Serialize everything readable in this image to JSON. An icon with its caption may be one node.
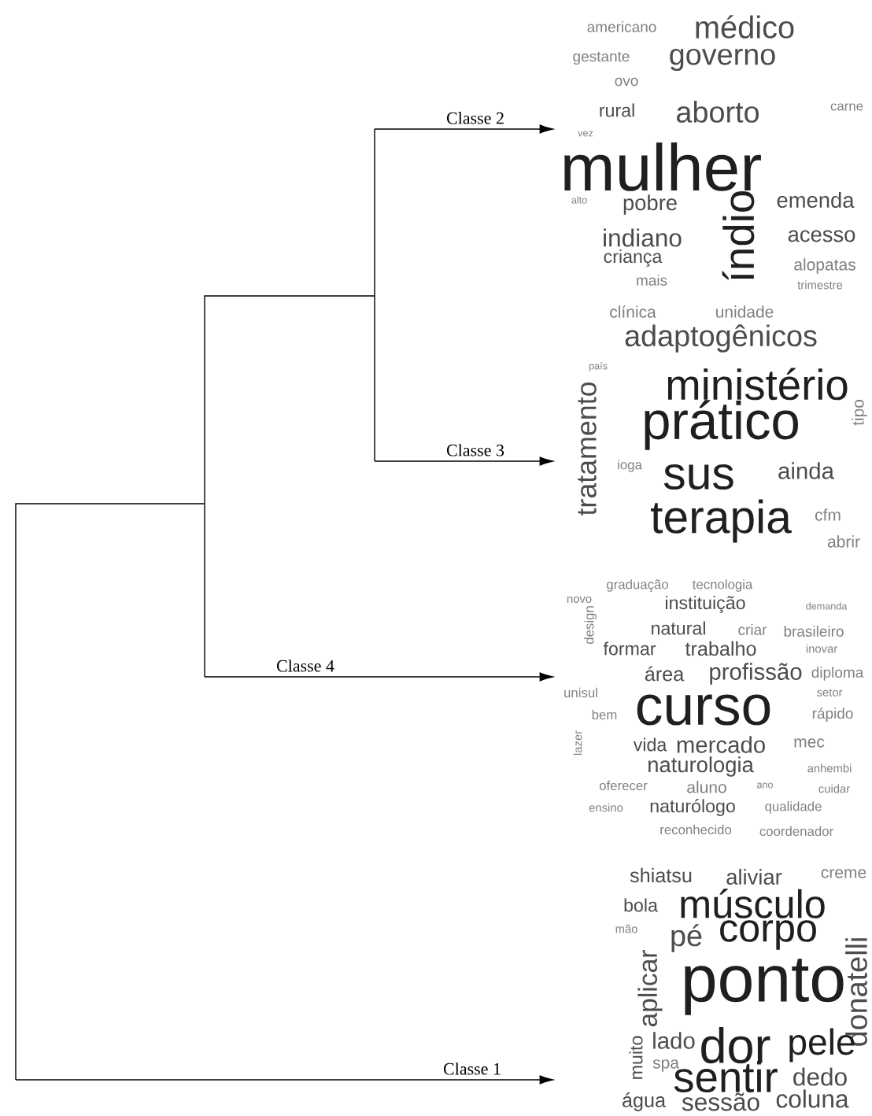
{
  "diagram": {
    "nodes": [
      {
        "text": [
          "americano",
          "médico",
          "gestante",
          "governo",
          "ovo",
          "rural",
          "aborto",
          "carne",
          "vez",
          "mulher",
          "alto",
          "pobre",
          "emenda",
          "índio",
          "indiano",
          "acesso",
          "criança",
          "alopatas",
          "mais",
          "trimestre"
        ]
      },
      {
        "text": [
          "clínica",
          "unidade",
          "adaptogênicos",
          "país",
          "ministério",
          "prático",
          "tratamento",
          "tipo",
          "ioga",
          "sus",
          "ainda",
          "terapia",
          "cfm",
          "abrir"
        ]
      },
      {
        "text": [
          "graduação",
          "tecnologia",
          "novo",
          "instituição",
          "demanda",
          "design",
          "natural",
          "criar",
          "brasileiro",
          "formar",
          "trabalho",
          "inovar",
          "área",
          "profissão",
          "diploma",
          "unisul",
          "setor",
          "bem",
          "curso",
          "rápido",
          "lazer",
          "vida",
          "mercado",
          "mec",
          "naturologia",
          "anhembi",
          "oferecer",
          "aluno",
          "ano",
          "cuidar",
          "ensino",
          "naturólogo",
          "qualidade",
          "reconhecido",
          "coordenador"
        ]
      },
      {
        "text": [
          "shiatsu",
          "aliviar",
          "creme",
          "bola",
          "músculo",
          "mão",
          "pé",
          "corpo",
          "aplicar",
          "ponto",
          "donatelli",
          "lado",
          "dor",
          "pele",
          "muito",
          "spa",
          "sentir",
          "dedo",
          "água",
          "sessão",
          "coluna"
        ]
      }
    ],
    "edges": [
      {
        "from": null,
        "to": 0,
        "arrow": "to",
        "label": "Classe 2"
      },
      {
        "from": null,
        "to": 1,
        "arrow": "to",
        "label": "Classe 3"
      },
      {
        "from": null,
        "to": 2,
        "arrow": "to",
        "label": "Classe 4"
      },
      {
        "from": null,
        "to": 3,
        "arrow": "to",
        "label": "Classe 1"
      }
    ]
  }
}
